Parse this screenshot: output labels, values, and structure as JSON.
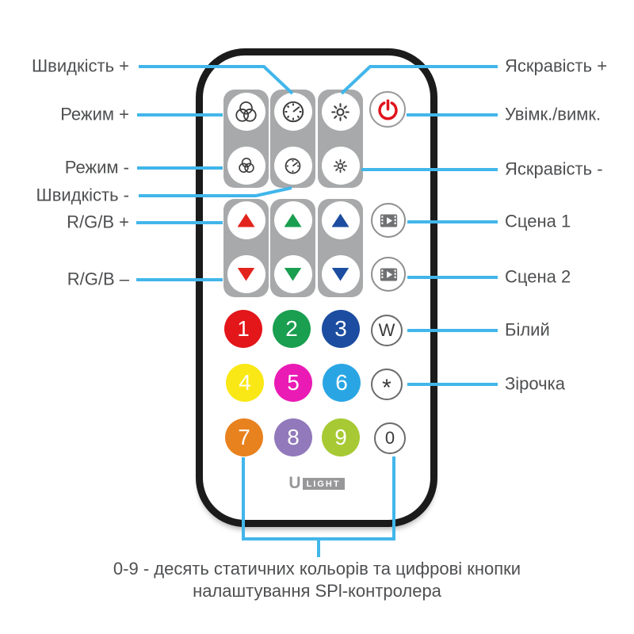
{
  "colors": {
    "callout": "#41b6ea",
    "label_text": "#4e4f51",
    "pill_gray": "#a7a9aa",
    "icon_dark": "#3c3c3e",
    "power_red": "#e0121b",
    "scene_fill": "#707173"
  },
  "labels": {
    "left": {
      "speed_plus": "Швидкість +",
      "mode_plus": "Режим +",
      "mode_minus": "Режим -",
      "speed_minus": "Швидкість -",
      "rgb_plus": "R/G/B +",
      "rgb_minus": "R/G/B –"
    },
    "right": {
      "brightness_plus": "Яскравість +",
      "power": "Увімк./вимк.",
      "brightness_minus": "Яскравість -",
      "scene1": "Сцена 1",
      "scene2": "Сцена 2",
      "white": "Білий",
      "star": "Зірочка"
    }
  },
  "buttons": {
    "digits": [
      {
        "label": "1",
        "color": "#e3161a"
      },
      {
        "label": "2",
        "color": "#1a9e50"
      },
      {
        "label": "3",
        "color": "#1c4da0"
      },
      {
        "label": "4",
        "color": "#f9e816"
      },
      {
        "label": "5",
        "color": "#ea1bb5"
      },
      {
        "label": "6",
        "color": "#2aa5e4"
      },
      {
        "label": "7",
        "color": "#e8821f"
      },
      {
        "label": "8",
        "color": "#9179bb"
      },
      {
        "label": "9",
        "color": "#a7c934"
      }
    ],
    "white_label": "W",
    "star_label": "*",
    "zero_label": "0",
    "arrow_colors": {
      "red": "#e3241c",
      "green": "#1a9e50",
      "blue": "#1c4da0"
    }
  },
  "brand": {
    "u": "U",
    "light": "LIGHT"
  },
  "caption": "0-9 - десять статичних кольорів та цифрові кнопки налаштування SPl-контролера"
}
